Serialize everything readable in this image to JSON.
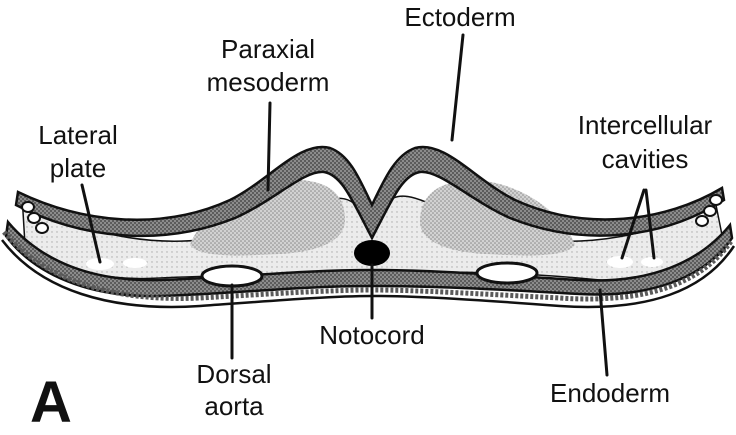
{
  "panel_letter": "A",
  "labels": {
    "ectoderm": "Ectoderm",
    "paraxial_line1": "Paraxial",
    "paraxial_line2": "mesoderm",
    "lateral_line1": "Lateral",
    "lateral_line2": "plate",
    "intercellular_line1": "Intercellular",
    "intercellular_line2": "cavities",
    "notocord": "Notocord",
    "dorsal_line1": "Dorsal",
    "dorsal_line2": "aorta",
    "endoderm": "Endoderm"
  },
  "colors": {
    "ink": "#111111",
    "ectoderm_fill": "#6e6e6e",
    "mesoderm_fill": "#c4c4c4",
    "mesoderm_light": "#e4e4e4",
    "endoderm_fill": "#8a8a8a",
    "notocord_fill": "#000000",
    "background": "#ffffff"
  }
}
